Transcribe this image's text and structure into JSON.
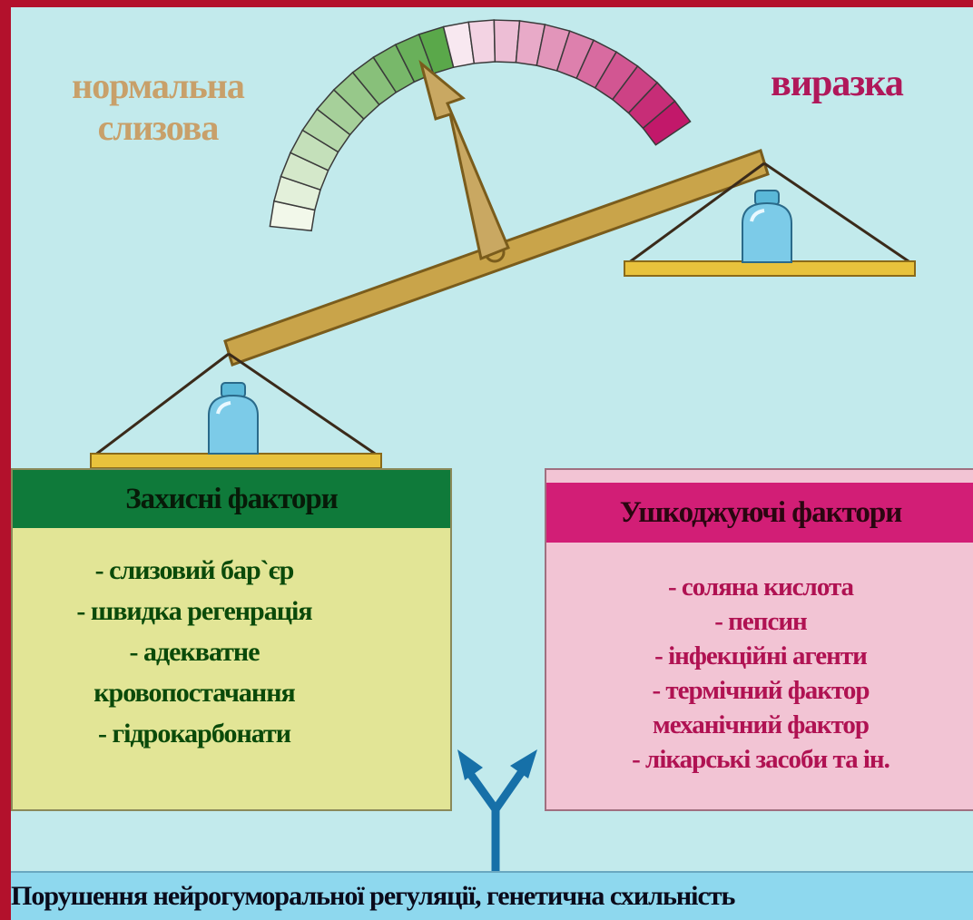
{
  "gauge": {
    "left_label": "нормальна слизова",
    "right_label": "виразка",
    "colors": {
      "green_dark": "#5aa84a",
      "green_light": "#f2f8ea",
      "pink_light": "#f8e8f0",
      "pink_dark": "#c2186a"
    },
    "pointer_color": "#c9a862"
  },
  "protective": {
    "title": "Захисні фактори",
    "items": [
      "- слизовий бар`єр",
      "- швидка регенрація",
      "- адекватне",
      "кровопостачання",
      "- гідрокарбонати"
    ],
    "header_color": "#0f7a3a",
    "body_color": "#e2e596"
  },
  "damaging": {
    "title": "Ушкоджуючі фактори",
    "items": [
      "- соляна кислота",
      "- пепсин",
      "- інфекційні агенти",
      "- термічний фактор",
      "механічний фактор",
      "- лікарські засоби та ін."
    ],
    "header_color": "#d21e76",
    "body_color": "#f2c4d4"
  },
  "bottom": {
    "text": "Порушення нейрогуморальної регуляції, генетична схильність"
  }
}
